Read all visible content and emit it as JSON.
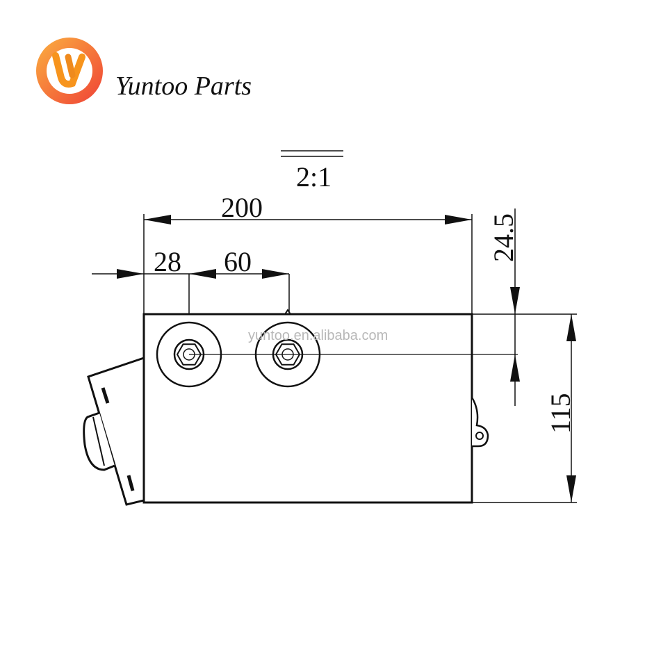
{
  "brand": {
    "name": "Yuntoo Parts",
    "logo_letters": "yt",
    "logo_colors": [
      "#f7941d",
      "#ef4136"
    ]
  },
  "watermark": "yuntoo.en.alibaba.com",
  "drawing": {
    "scale": "2:1",
    "dimensions": {
      "overall_width": "200",
      "edge_to_first_terminal": "28",
      "terminal_spacing": "60",
      "top_to_terminal_center": "24.5",
      "overall_height": "115"
    },
    "line_color": "#111111"
  }
}
